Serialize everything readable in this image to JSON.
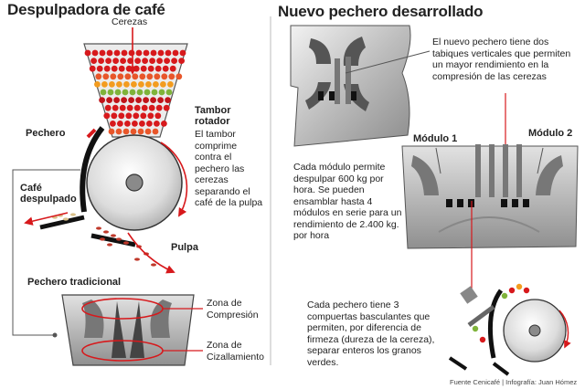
{
  "left": {
    "title": "Despulpadora de café",
    "cerezas": "Cerezas",
    "tambor_title": "Tambor rotador",
    "tambor_desc": "El tambor comprime contra el pechero las cerezas separando el café de la pulpa",
    "pechero": "Pechero",
    "cafe_despulpado": "Café despulpado",
    "pulpa": "Pulpa",
    "pechero_tradicional": "Pechero tradicional",
    "zona_compresion": "Zona de Compresión",
    "zona_cizallamiento": "Zona de Cizallamiento"
  },
  "right": {
    "title": "Nuevo pechero desarrollado",
    "callout": "El nuevo pechero tiene dos tabiques verticales que permiten un mayor rendimiento en la compresión de las cerezas",
    "modulo1": "Módulo 1",
    "modulo2": "Módulo 2",
    "modulos_desc": "Cada módulo permite despulpar 600 kg por hora. Se pueden ensamblar hasta 4 módulos en serie para un rendimiento de 2.400 kg. por hora",
    "compuertas_desc": "Cada pechero tiene 3 compuertas basculantes que permiten, por diferencia de firmeza (dureza de la cereza), separar enteros los granos verdes.",
    "credit": "Fuente Cenicafé  |  Infografía: Juan Hómez"
  },
  "colors": {
    "accent": "#d7191c",
    "metal": "#9a9a9a",
    "dark": "#1f1f1f"
  }
}
